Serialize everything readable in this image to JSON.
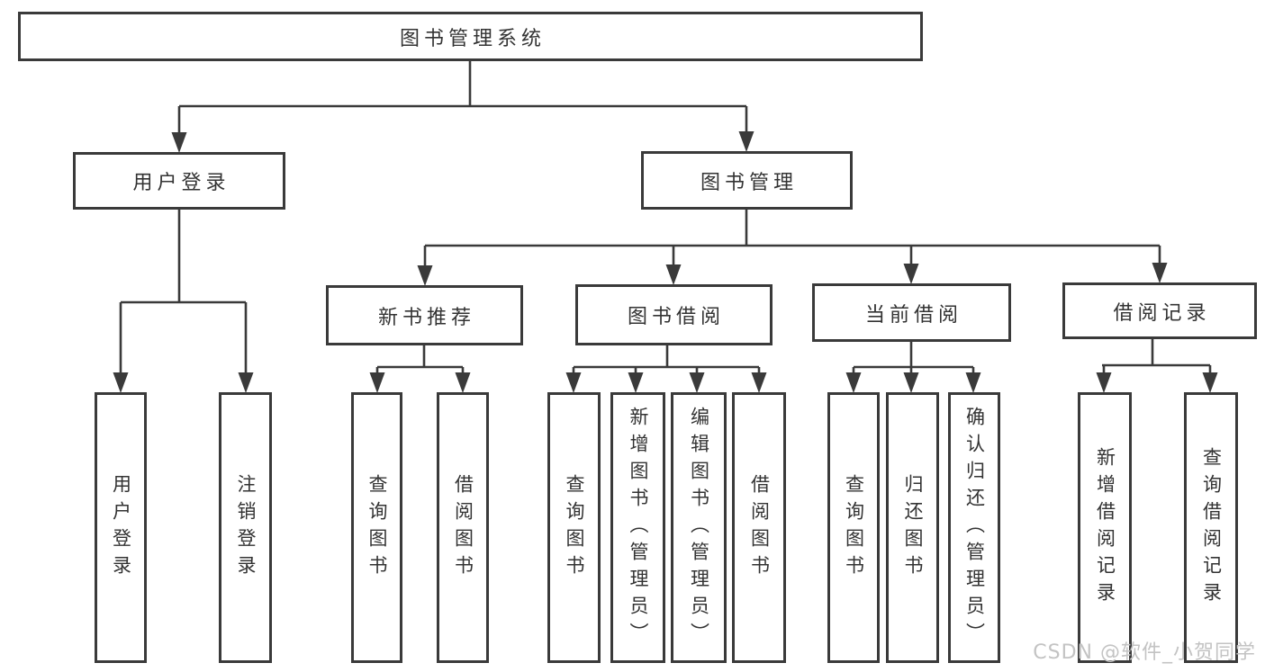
{
  "tree": {
    "root": {
      "label": "图书管理系统"
    },
    "branches": [
      {
        "label": "用户登录",
        "children": [
          {
            "label": "用户登录"
          },
          {
            "label": "注销登录"
          }
        ]
      },
      {
        "label": "图书管理",
        "children": [
          {
            "label": "新书推荐",
            "children": [
              {
                "label": "查询图书"
              },
              {
                "label": "借阅图书"
              }
            ]
          },
          {
            "label": "图书借阅",
            "children": [
              {
                "label": "查询图书"
              },
              {
                "label": "新增图书（管理员）"
              },
              {
                "label": "编辑图书（管理员）"
              },
              {
                "label": "借阅图书"
              }
            ]
          },
          {
            "label": "当前借阅",
            "children": [
              {
                "label": "查询图书"
              },
              {
                "label": "归还图书"
              },
              {
                "label": "确认归还（管理员）"
              }
            ]
          },
          {
            "label": "借阅记录",
            "children": [
              {
                "label": "新增借阅记录"
              },
              {
                "label": "查询借阅记录"
              }
            ]
          }
        ]
      }
    ]
  },
  "watermark": {
    "text": "CSDN @软件_小贺同学"
  },
  "colors": {
    "line": "#3a3a3a",
    "text": "#333333",
    "watermark": "#c3c3c3",
    "background": "#ffffff"
  }
}
